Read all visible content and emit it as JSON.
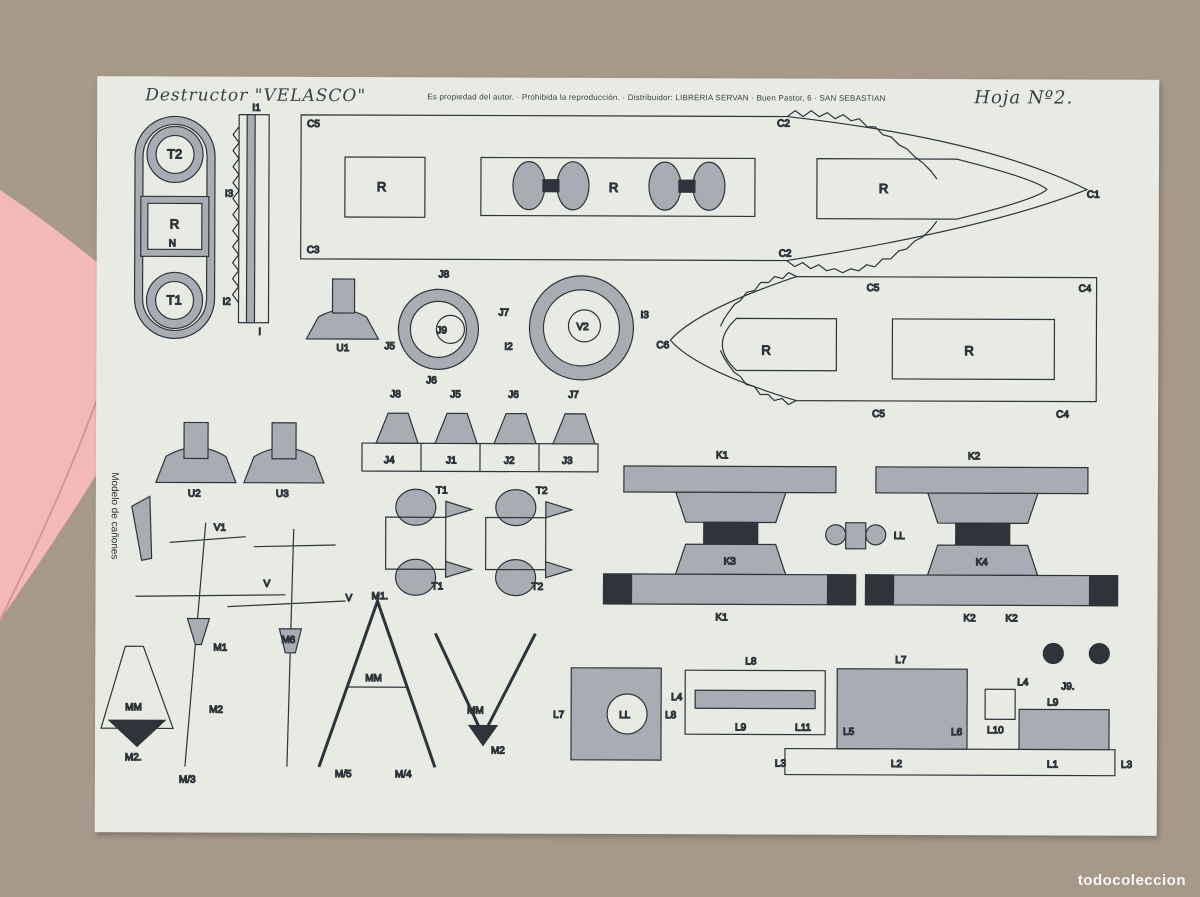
{
  "sheet": {
    "title": "Destructor \"VELASCO\"",
    "note": "Es propiedad del autor. · Prohibida la reproducción. · Distribuidor: LIBRERIA SERVAN · Buen Pastor, 6 · SAN SEBASTIAN",
    "sheet_number": "Hoja Nº2.",
    "side_label": "Modelo de cañones"
  },
  "labels": {
    "hull_top": [
      "C5",
      "C2",
      "C1",
      "C3",
      "C2"
    ],
    "hull_bottom": [
      "C5",
      "C4",
      "C6",
      "C5",
      "C4"
    ],
    "panel": [
      "R",
      "R",
      "R",
      "R",
      "R"
    ],
    "turret_labels": [
      "T2",
      "T1",
      "R",
      "N"
    ],
    "strip": [
      "I1",
      "I3",
      "I2",
      "I"
    ],
    "wheels": [
      "J8",
      "J7",
      "J9",
      "J5",
      "J6",
      "I3",
      "I2",
      "V2"
    ],
    "boxes": [
      "J8",
      "J5",
      "J6",
      "J7",
      "J4",
      "J1",
      "J2",
      "J3"
    ],
    "u_parts": [
      "U1",
      "U2",
      "U3"
    ],
    "k_parts": [
      "K1",
      "K2",
      "K3",
      "K4",
      "K1",
      "K2",
      "K2",
      "LL"
    ],
    "masts": [
      "V1",
      "V",
      "V",
      "M1",
      "M6",
      "M2",
      "M/3",
      "M2.",
      "MM",
      "M1.",
      "MM",
      "M/5",
      "M/4",
      "MM",
      "M2"
    ],
    "l_parts": [
      "L7",
      "LL",
      "L8",
      "L8",
      "L4",
      "L9",
      "L11",
      "L5",
      "L7",
      "L6",
      "L2",
      "L1",
      "L3",
      "L3",
      "L9",
      "L10",
      "L4",
      "J9."
    ],
    "t_parts": [
      "T1",
      "T2",
      "T1",
      "T2"
    ]
  },
  "watermark": "todocoleccion",
  "colors": {
    "background": "#a7998a",
    "paper": "#e7ebe3",
    "ink": "#2f333a",
    "fill_gray": "#a9adb3",
    "pink_sheet": "#f3b9b9"
  }
}
